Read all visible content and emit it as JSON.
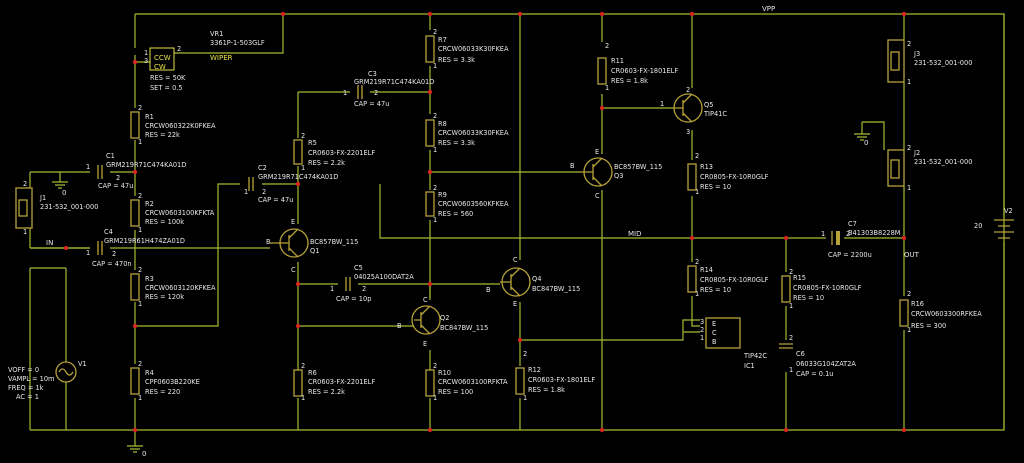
{
  "nets": {
    "vpp": "VPP",
    "mid": "MID",
    "out": "OUT",
    "in": "IN",
    "gnd_a": "0",
    "gnd_b": "0",
    "gnd_c": "0"
  },
  "vr1": {
    "ref": "VR1",
    "part": "3361P-1-503GLF",
    "ccw": "CCW",
    "cw": "CW",
    "wiper": "WIPER",
    "res": "RES = 50K",
    "set": "SET = 0.5",
    "pin1": "1",
    "pin2": "2",
    "pin3": "3"
  },
  "r1": {
    "ref": "R1",
    "part": "CRCW060322K0FKEA",
    "val": "RES = 22k"
  },
  "r2": {
    "ref": "R2",
    "part": "CRCW0603100KFKTA",
    "val": "RES = 100k"
  },
  "r3": {
    "ref": "R3",
    "part": "CRCW0603120KFKEA",
    "val": "RES = 120k"
  },
  "r4": {
    "ref": "R4",
    "part": "CPF0603B220KE",
    "val": "RES = 220"
  },
  "r5": {
    "ref": "R5",
    "part": "CR0603-FX-2201ELF",
    "val": "RES = 2.2k"
  },
  "r6": {
    "ref": "R6",
    "part": "CR0603-FX-2201ELF",
    "val": "RES = 2.2k"
  },
  "r7": {
    "ref": "R7",
    "part": "CRCW06033K30FKEA",
    "val": "RES = 3.3k"
  },
  "r8": {
    "ref": "R8",
    "part": "CRCW06033K30FKEA",
    "val": "RES = 3.3k"
  },
  "r9": {
    "ref": "R9",
    "part": "CRCW0603560KFKEA",
    "val": "RES = 560"
  },
  "r10": {
    "ref": "R10",
    "part": "CRCW0603100RFKTA",
    "val": "RES = 100"
  },
  "r11": {
    "ref": "R11",
    "part": "CR0603-FX-1801ELF",
    "val": "RES = 1.8k"
  },
  "r12": {
    "ref": "R12",
    "part": "CR0603-FX-1801ELF",
    "val": "RES = 1.8k"
  },
  "r13": {
    "ref": "R13",
    "part": "CR0805-FX-10R0GLF",
    "val": "RES = 10"
  },
  "r14": {
    "ref": "R14",
    "part": "CR0805-FX-10R0GLF",
    "val": "RES = 10"
  },
  "r15": {
    "ref": "R15",
    "part": "CR0805-FX-10R0GLF",
    "val": "RES = 10"
  },
  "r16": {
    "ref": "R16",
    "part": "CRCW0603300RFKEA",
    "val": "RES = 300"
  },
  "c1": {
    "ref": "C1",
    "part": "GRM219R71C474KA01D",
    "val": "CAP = 47u"
  },
  "c2": {
    "ref": "C2",
    "part": "GRM219R71C474KA01D",
    "val": "CAP = 47u"
  },
  "c3": {
    "ref": "C3",
    "part": "GRM219R71C474KA01D",
    "val": "CAP = 47u"
  },
  "c4": {
    "ref": "C4",
    "part": "GRM219R61H474ZA01D",
    "val": "CAP = 470n"
  },
  "c5": {
    "ref": "C5",
    "part": "04025A100DAT2A",
    "val": "CAP = 10p"
  },
  "c6": {
    "ref": "C6",
    "part": "06033G104ZAT2A",
    "val": "CAP = 0.1u"
  },
  "c7": {
    "ref": "C7",
    "part": "B41303B8228M",
    "val": "CAP = 2200u"
  },
  "q1": {
    "ref": "Q1",
    "part": "BC857BW_115"
  },
  "q2": {
    "ref": "Q2",
    "part": "BC847BW_115"
  },
  "q3": {
    "ref": "Q3",
    "part": "BC857BW_115"
  },
  "q4": {
    "ref": "Q4",
    "part": "BC847BW_115"
  },
  "q5": {
    "ref": "Q5",
    "part": "TIP41C"
  },
  "ic1": {
    "ref": "IC1",
    "part": "TIP42C",
    "e": "E",
    "c": "C",
    "b": "B"
  },
  "j1": {
    "ref": "J1",
    "part": "231-532_001-000"
  },
  "j2": {
    "ref": "J2",
    "part": "231-532_001-000"
  },
  "j3": {
    "ref": "J3",
    "part": "231-532_001-000"
  },
  "v1": {
    "ref": "V1",
    "voff": "VOFF = 0",
    "vampl": "VAMPL = 10m",
    "freq": "FREQ = 1k",
    "ac": "AC = 1"
  },
  "v2": {
    "ref": "V2",
    "val": "20"
  },
  "pins": {
    "p1": "1",
    "p2": "2",
    "p3": "3",
    "b": "B",
    "e": "E",
    "c": "C"
  },
  "colors": {
    "wire": "#a7b932",
    "component": "#b7a13a",
    "junction": "#e32222",
    "text": "#e8e8e8",
    "part_box": "#e8e24a"
  }
}
